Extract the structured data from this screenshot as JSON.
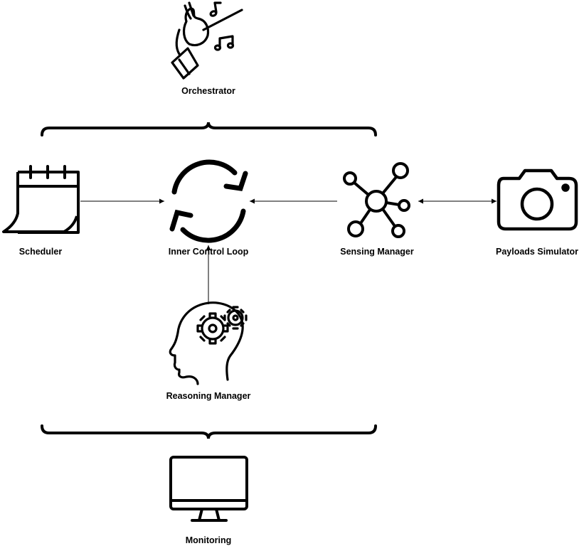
{
  "nodes": {
    "orchestrator": {
      "label": "Orchestrator",
      "icon": "conductor-hand-icon"
    },
    "scheduler": {
      "label": "Scheduler",
      "icon": "calendar-icon"
    },
    "inner_loop": {
      "label": "Inner Control Loop",
      "icon": "refresh-cycle-icon"
    },
    "sensing": {
      "label": "Sensing Manager",
      "icon": "network-hub-icon"
    },
    "payloads": {
      "label": "Payloads Simulator",
      "icon": "camera-icon"
    },
    "reasoning": {
      "label": "Reasoning Manager",
      "icon": "head-gears-icon"
    },
    "monitoring": {
      "label": "Monitoring",
      "icon": "monitor-icon"
    }
  },
  "edges": [
    {
      "from": "Scheduler",
      "to": "Inner Control Loop",
      "direction": "one-way"
    },
    {
      "from": "Sensing Manager",
      "to": "Inner Control Loop",
      "direction": "one-way"
    },
    {
      "from": "Sensing Manager",
      "to": "Payloads Simulator",
      "direction": "two-way"
    },
    {
      "from": "Reasoning Manager",
      "to": "Inner Control Loop",
      "direction": "one-way"
    }
  ],
  "colors": {
    "stroke": "#000000",
    "background": "#ffffff"
  }
}
